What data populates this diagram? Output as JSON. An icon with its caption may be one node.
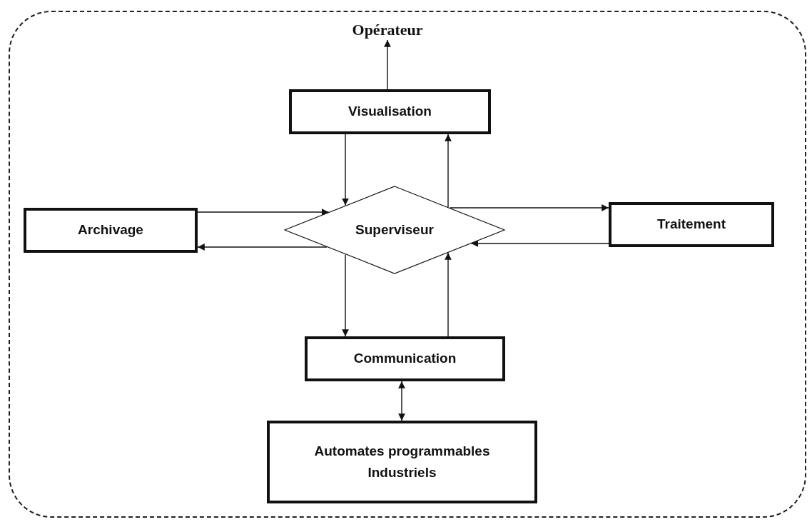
{
  "diagram": {
    "nodes": [
      {
        "text": [],
        "shape": "box"
      },
      {
        "text": [
          "Opérateur"
        ],
        "in": 0
      },
      {
        "text": [
          "Visualisation"
        ],
        "in": 0
      },
      {
        "text": [
          "Archivage"
        ],
        "in": 0
      },
      {
        "text": [
          "Superviseur"
        ],
        "in": 0
      },
      {
        "text": [
          "Traitement"
        ],
        "in": 0
      },
      {
        "text": [
          "Communication"
        ],
        "in": 0
      },
      {
        "text": [
          "Automates programmables Industriels"
        ],
        "in": 0
      }
    ],
    "edges": [
      {
        "from": 2,
        "to": 1,
        "arrow": "to"
      },
      {
        "from": 2,
        "to": 4,
        "arrow": "to"
      },
      {
        "from": 4,
        "to": 2,
        "arrow": "to"
      },
      {
        "from": 3,
        "to": 4,
        "arrow": "to"
      },
      {
        "from": 4,
        "to": 3,
        "arrow": "to"
      },
      {
        "from": 4,
        "to": 5,
        "arrow": "to"
      },
      {
        "from": 5,
        "to": 4,
        "arrow": "to"
      },
      {
        "from": 4,
        "to": 6,
        "arrow": "to"
      },
      {
        "from": 6,
        "to": 4,
        "arrow": "to"
      },
      {
        "from": 6,
        "to": 7,
        "arrow": "both"
      }
    ]
  }
}
